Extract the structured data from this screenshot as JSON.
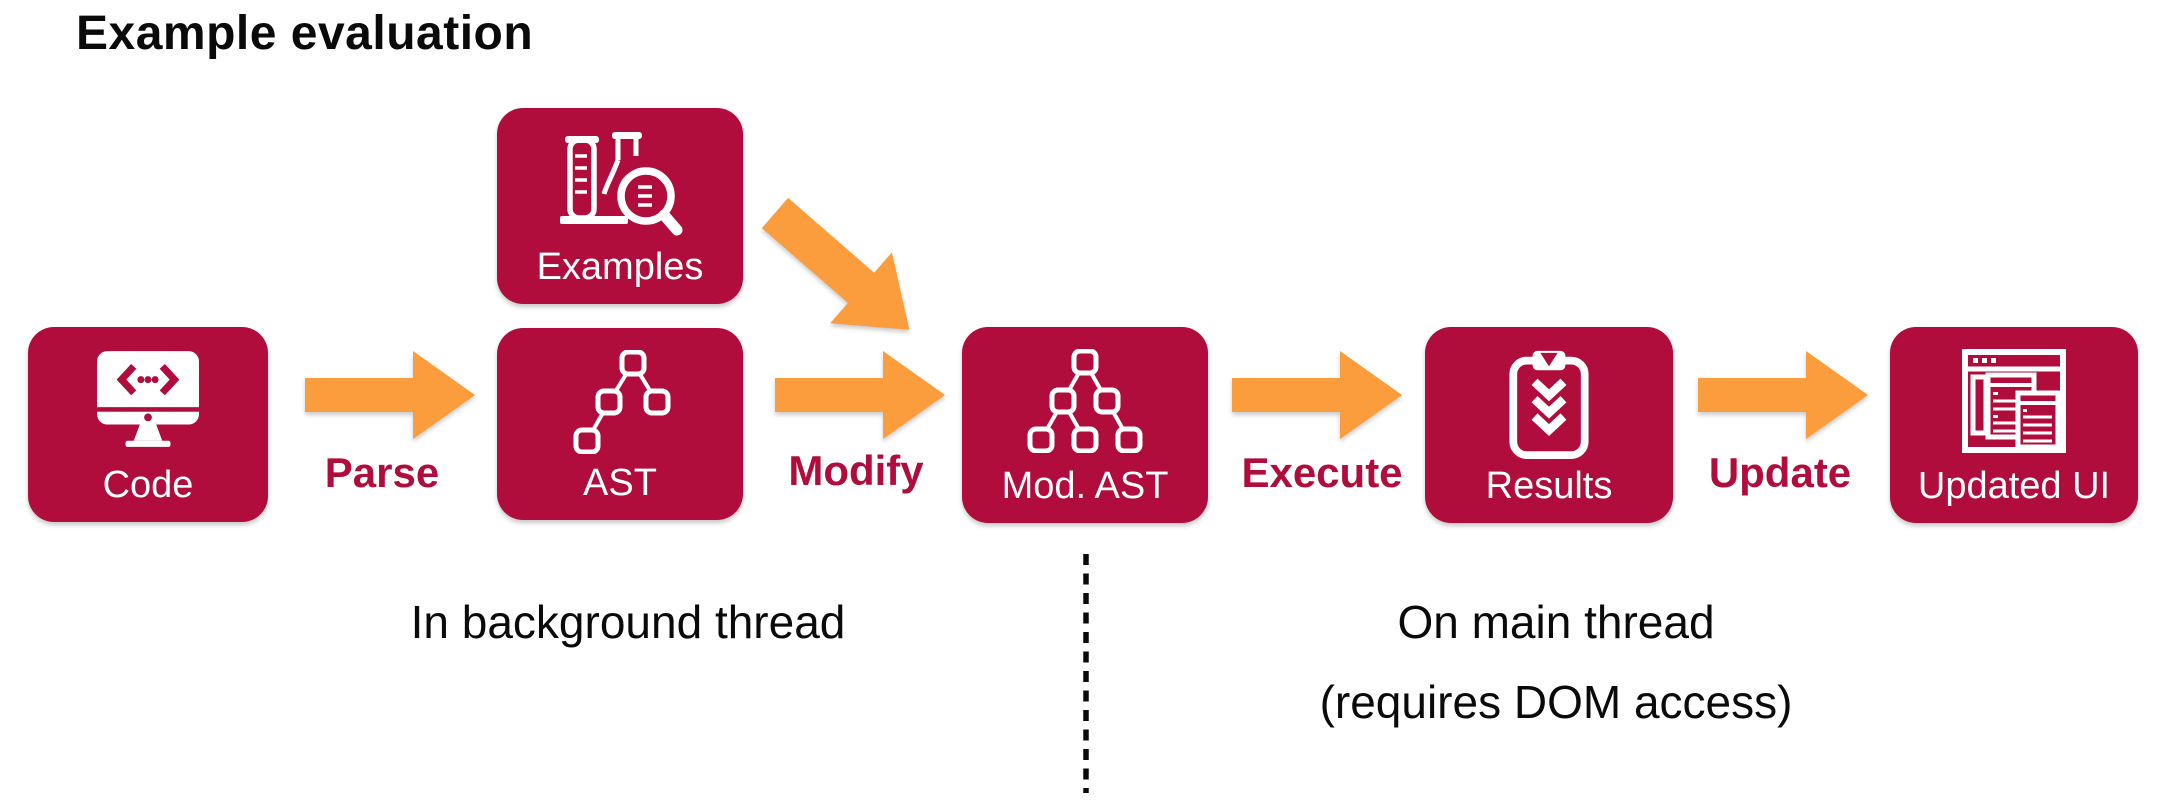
{
  "title": "Example evaluation",
  "colors": {
    "crimson": "#B00D3D",
    "orange": "#FB9D3C",
    "ink": "#0A0A0A",
    "white": "#FFFFFF"
  },
  "nodes": [
    {
      "key": "code",
      "label": "Code",
      "icon": "code-monitor-icon"
    },
    {
      "key": "examples",
      "label": "Examples",
      "icon": "lab-experiments-icon"
    },
    {
      "key": "ast",
      "label": "AST",
      "icon": "syntax-tree-icon"
    },
    {
      "key": "mod_ast",
      "label": "Mod. AST",
      "icon": "modified-syntax-tree-icon"
    },
    {
      "key": "results",
      "label": "Results",
      "icon": "clipboard-checklist-icon"
    },
    {
      "key": "updated_ui",
      "label": "Updated UI",
      "icon": "browser-window-icon"
    }
  ],
  "arrows": {
    "parse": "Parse",
    "modify": "Modify",
    "execute": "Execute",
    "update": "Update"
  },
  "sections": {
    "background_thread": "In background thread",
    "main_thread_line1": "On main thread",
    "main_thread_line2": "(requires DOM access)"
  }
}
